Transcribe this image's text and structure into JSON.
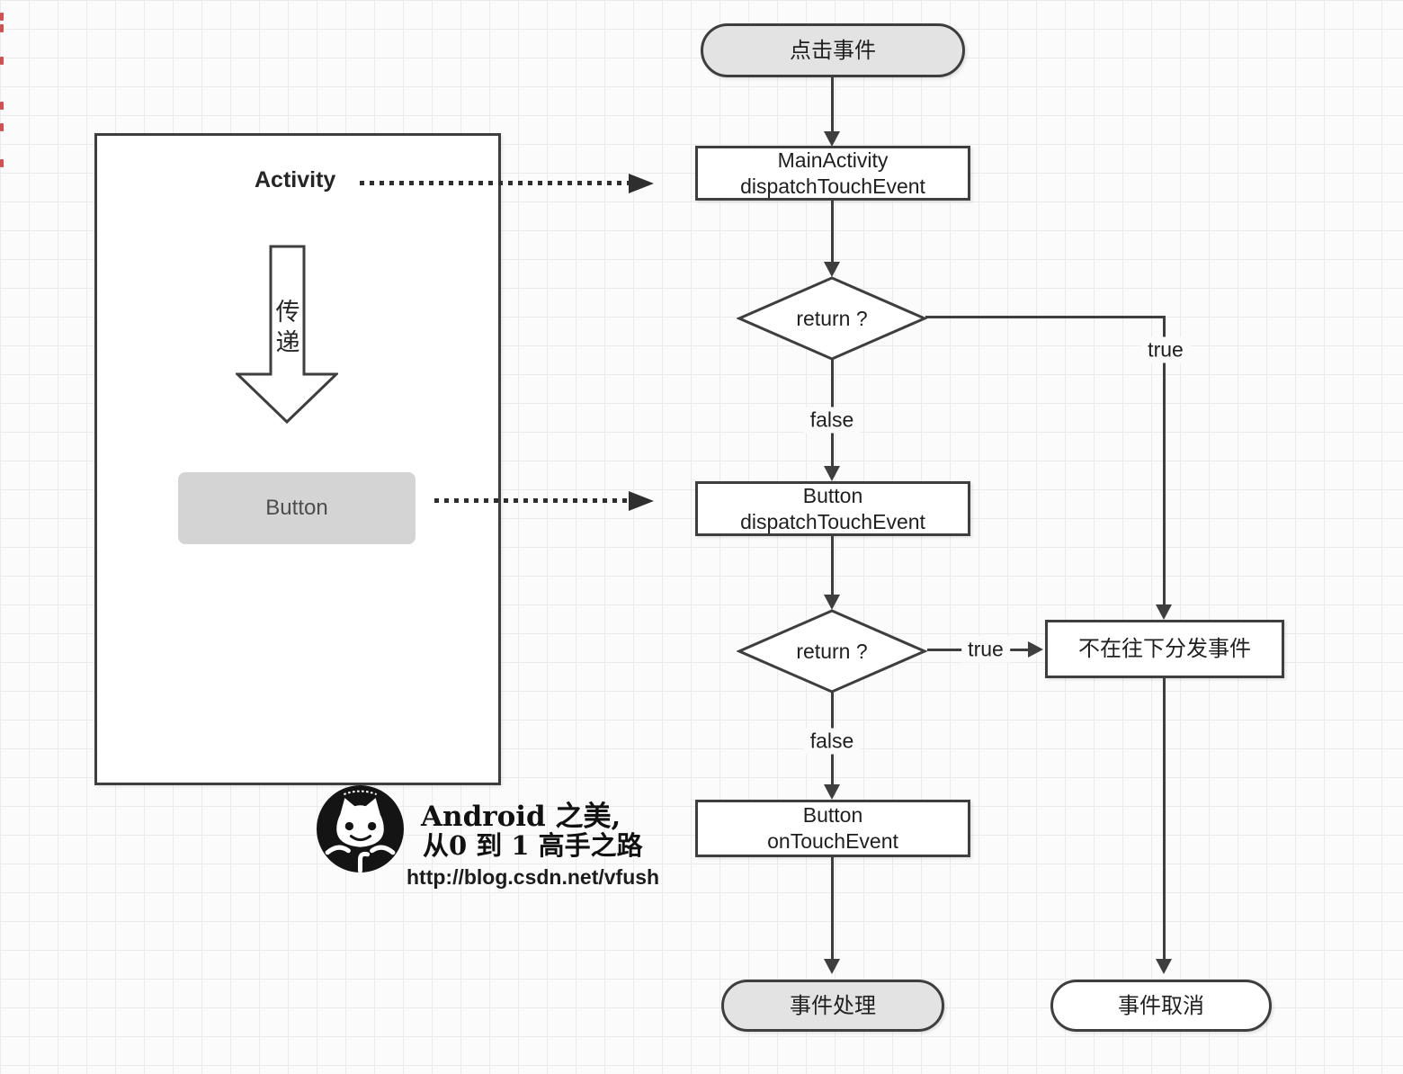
{
  "left_panel": {
    "label": "Activity",
    "pass_label": "传递",
    "button_label": "Button"
  },
  "flow": {
    "start": "点击事件",
    "main_dispatch_line1": "MainActivity",
    "main_dispatch_line2": "dispatchTouchEvent",
    "decision1": "return ?",
    "d1_true": "true",
    "d1_false": "false",
    "btn_dispatch_line1": "Button",
    "btn_dispatch_line2": "dispatchTouchEvent",
    "decision2": "return ?",
    "d2_true": "true",
    "d2_false": "false",
    "stop_dispatch": "不在往下分发事件",
    "btn_ontouch_line1": "Button",
    "btn_ontouch_line2": "onTouchEvent",
    "end_handled": "事件处理",
    "end_cancelled": "事件取消"
  },
  "watermark": {
    "brand_line1": "Android 之美,",
    "brand_line2": "从0 到 1 高手之路",
    "url": "http://blog.csdn.net/vfush"
  },
  "colors": {
    "line": "#3e3e3e",
    "node_fill": "#ffffff",
    "terminal_fill": "#e3e3e3",
    "button_fill": "#d4d4d4",
    "grid": "#ebebee",
    "background": "#fbfbfb",
    "edge_mark_red": "#cc3333"
  }
}
